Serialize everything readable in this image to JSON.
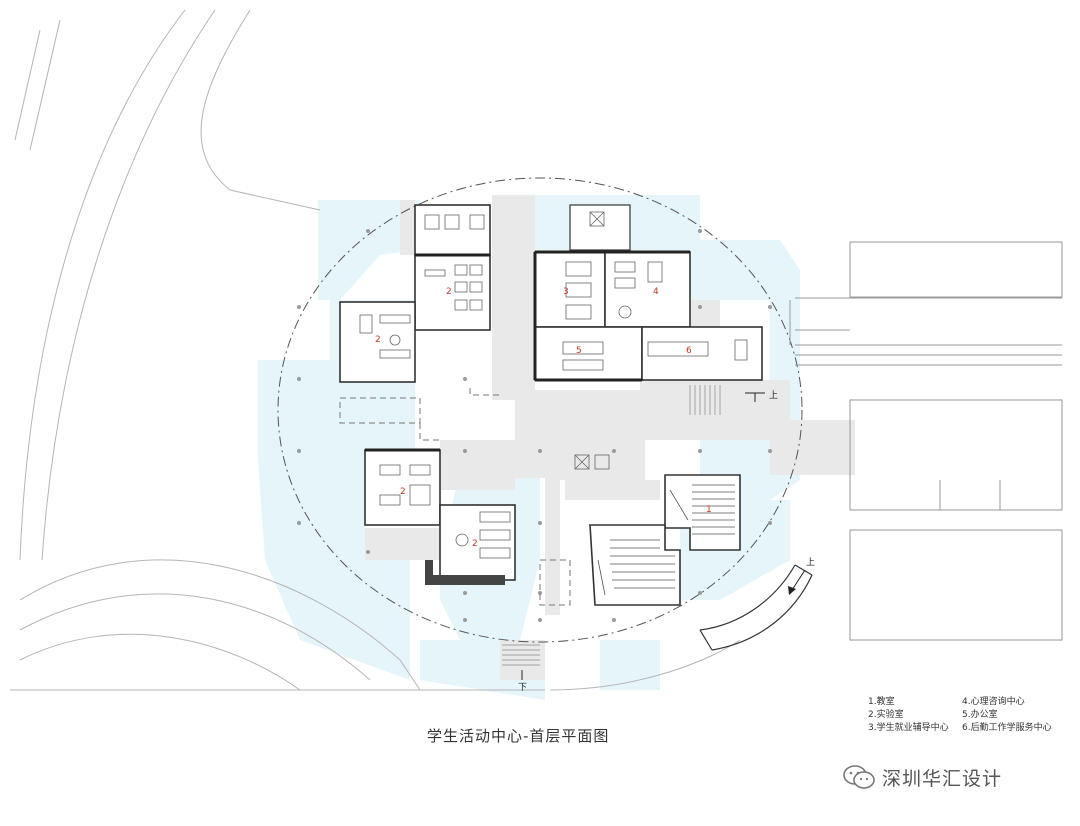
{
  "title": "学生活动中心-首层平面图",
  "legend": [
    {
      "text": "1.教室"
    },
    {
      "text": "2.实验室"
    },
    {
      "text": "3.学生就业辅导中心"
    },
    {
      "text": "4.心理咨询中心"
    },
    {
      "text": "5.办公室"
    },
    {
      "text": "6.后勤工作学服务中心"
    }
  ],
  "room_numbers": [
    "2",
    "2",
    "3",
    "4",
    "5",
    "6",
    "2",
    "2",
    "1"
  ],
  "stair_labels": {
    "up_east": "上",
    "up_south": "上",
    "down": "下"
  },
  "watermark": {
    "text": "深圳华汇设计",
    "icon": "wechat-icon"
  },
  "colors": {
    "site_blue": "#e6f5fa",
    "paving": "#e9e9e9",
    "walls": "#333333",
    "room_number": "#c0392b"
  }
}
